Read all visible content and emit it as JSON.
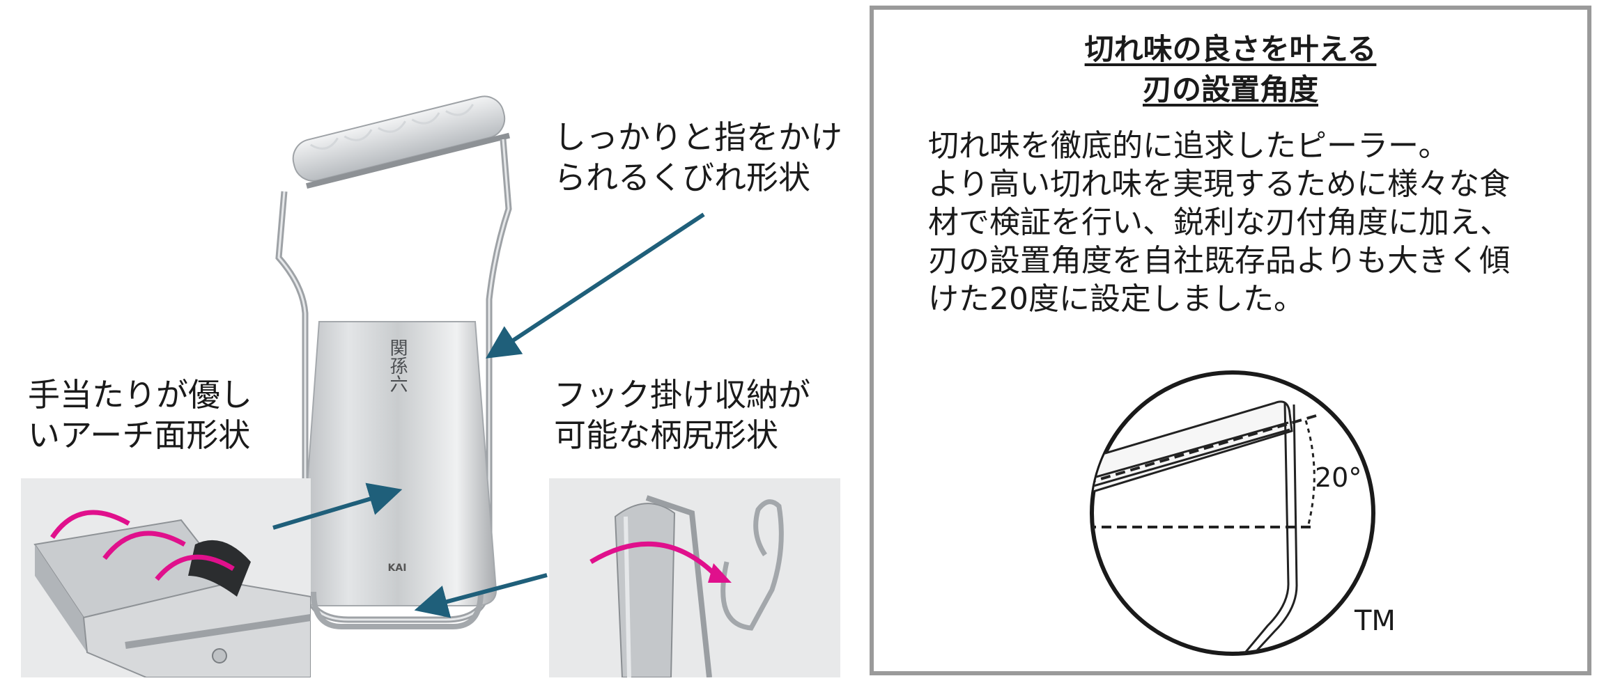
{
  "callouts": {
    "grip": [
      "しっかりと指をかけ",
      "られるくびれ形状"
    ],
    "arch": [
      "手当たりが優し",
      "いアーチ面形状"
    ],
    "hook": [
      "フック掛け収納が",
      "可能な柄尻形状"
    ]
  },
  "product": {
    "brand_mark": "関孫六",
    "maker_mark": "KAI"
  },
  "info": {
    "title_line1": "切れ味の良さを叶える",
    "title_line2": "刃の設置角度",
    "body": [
      "切れ味を徹底的に追求したピーラー。",
      "より高い切れ味を実現するために様々な食",
      "材で検証を行い、鋭利な刃付角度に加え、",
      "刃の設置角度を自社既存品よりも大きく傾",
      "けた20度に設定しました。"
    ],
    "angle_label": "20°",
    "trademark": "TM"
  },
  "colors": {
    "arrow": "#1f5f7a",
    "magenta": "#e0108c",
    "frame": "#9a9a9a"
  }
}
